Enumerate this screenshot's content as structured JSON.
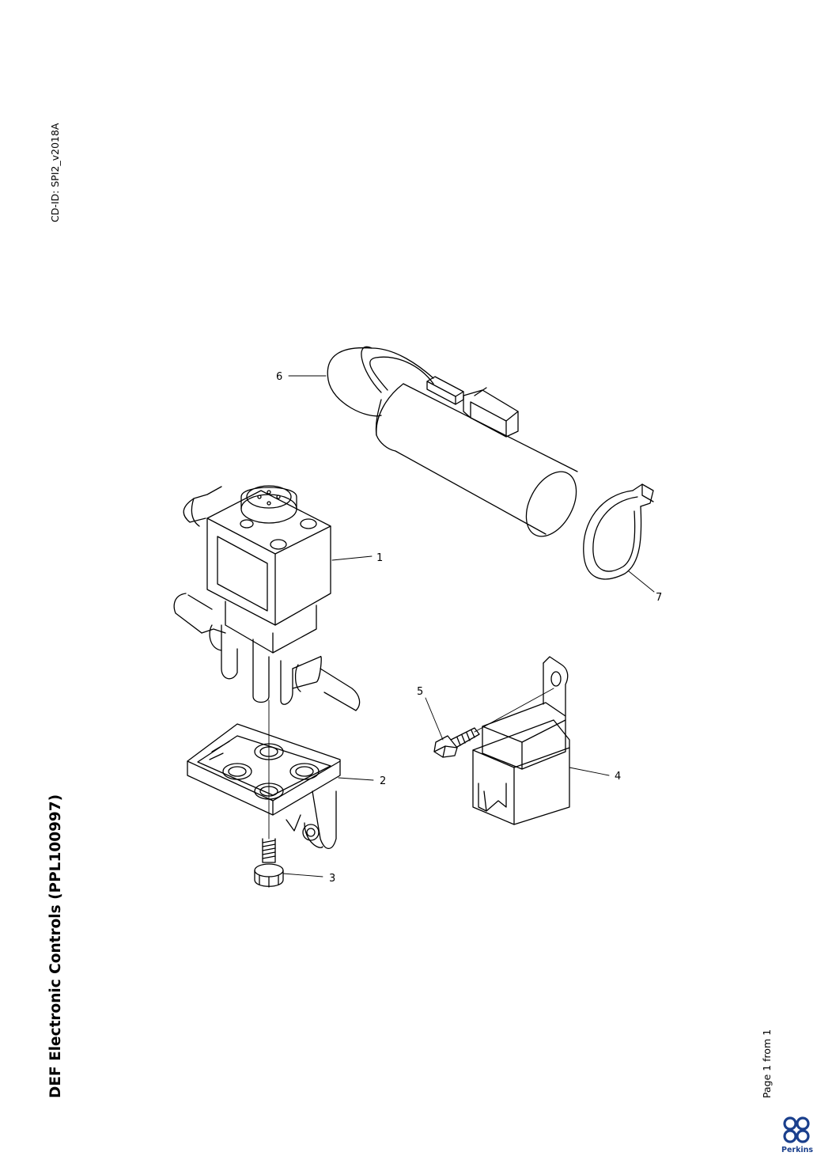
{
  "header": {
    "cd_id": "CD-ID: SPI2_v2018A"
  },
  "document": {
    "title": "DEF Electronic Controls (PPL100997)"
  },
  "footer": {
    "page_info": "Page 1 from 1",
    "brand": "Perkins"
  },
  "diagram": {
    "callouts": [
      "1",
      "2",
      "3",
      "4",
      "5",
      "6",
      "7"
    ]
  },
  "colors": {
    "line": "#000000",
    "brand_blue": "#1a3f8c"
  }
}
